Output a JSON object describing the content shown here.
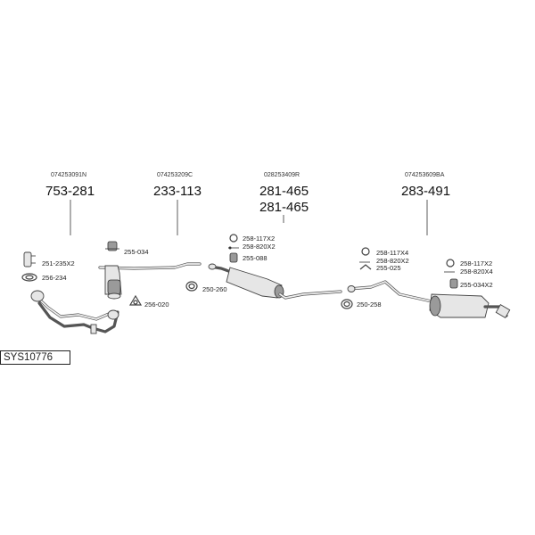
{
  "catalog_code": "SYS10776",
  "assemblies": [
    {
      "oe_number": "074253091N",
      "part_number": "753-281"
    },
    {
      "oe_number": "074253209C",
      "part_number": "233-113"
    },
    {
      "oe_number": "028253409R",
      "part_number": "281-465",
      "part_number_alt": "281-465"
    },
    {
      "oe_number": "074253609BA",
      "part_number": "283-491"
    }
  ],
  "fittings": {
    "f_251_235x2": "251-235X2",
    "f_256_234": "256-234",
    "f_255_034": "255-034",
    "f_256_020": "256-020",
    "f_258_117x2_a": "258-117X2",
    "f_258_820x2_a": "258-820X2",
    "f_255_088": "255-088",
    "f_250_260": "250-260",
    "f_258_117x4": "258-117X4",
    "f_258_820x2_b": "258-820X2",
    "f_255_025": "255-025",
    "f_250_258": "250-258",
    "f_258_117x2_b": "258-117X2",
    "f_258_820x4": "258-820X4",
    "f_255_034x2": "255-034X2"
  },
  "icons": {
    "flex-pipe": "front-pipe-icon",
    "catalytic": "catalytic-converter-icon",
    "middle-silencer": "middle-silencer-icon",
    "rear-silencer": "rear-silencer-icon",
    "gasket": "gasket-ring-icon",
    "bolt": "bolt-icon",
    "rubber-mount": "rubber-mount-icon",
    "clamp": "clamp-icon",
    "bracket": "bracket-icon"
  }
}
